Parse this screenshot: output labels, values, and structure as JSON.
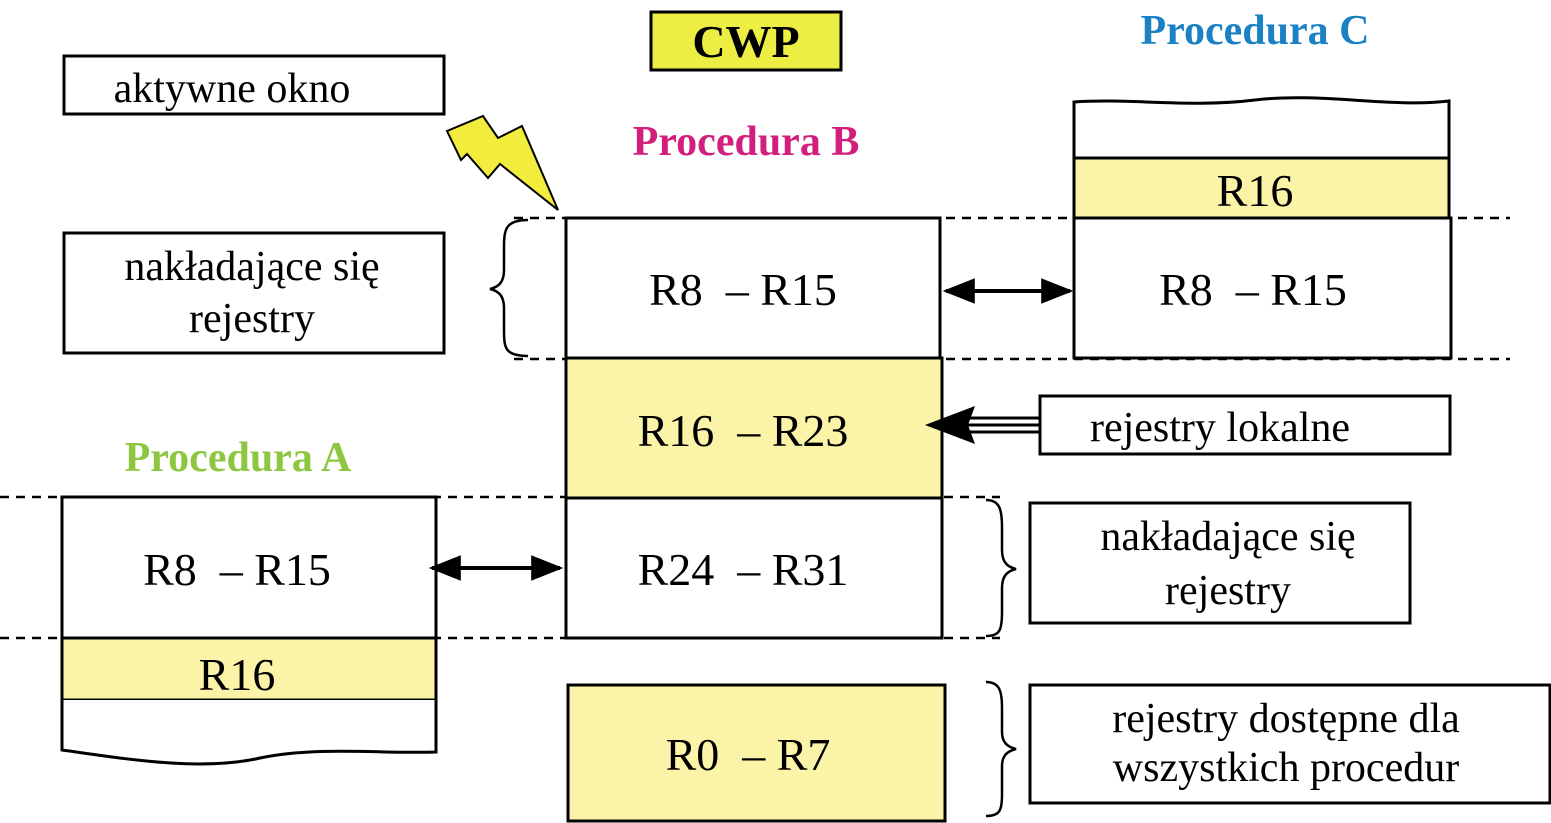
{
  "colors": {
    "register_fill": "#faf3a8",
    "cwp_fill": "#ecee44",
    "lightning_fill": "#f2ec3c",
    "procedure_a": "#8dc63f",
    "procedure_b": "#d21f7d",
    "procedure_c": "#1a82c4"
  },
  "cwp": "CWP",
  "procedures": {
    "a": "Procedura A",
    "b": "Procedura B",
    "c": "Procedura C"
  },
  "labels": {
    "active_window": "aktywne okno",
    "overlap_top": [
      "nakładające się",
      "rejestry"
    ],
    "local": "rejestry lokalne",
    "overlap_bottom": [
      "nakładające się",
      "rejestry"
    ],
    "global": [
      "rejestry dostępne dla",
      "wszystkich procedur"
    ]
  },
  "registers": {
    "b_in": "R8  – R15",
    "b_local": "R16  – R23",
    "b_out": "R24  – R31",
    "globals": "R0  – R7",
    "c_in": "R8  – R15",
    "c_local": "R16",
    "a_in": "R8  – R15",
    "a_local": "R16"
  },
  "icons": {
    "lightning": "lightning-icon",
    "double_arrow": "double-arrow-icon",
    "left_arrow": "left-arrow-icon"
  }
}
